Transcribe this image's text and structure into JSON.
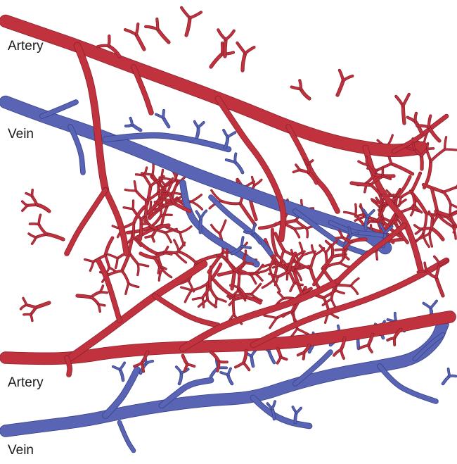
{
  "labels": {
    "artery_top": "Artery",
    "vein_top": "Vein",
    "artery_bottom": "Artery",
    "vein_bottom": "Vein"
  },
  "colors": {
    "artery": "#c1323f",
    "artery_outline": "#8e1f2b",
    "vein": "#5965b4",
    "vein_outline": "#37408a",
    "background": "#ffffff"
  }
}
